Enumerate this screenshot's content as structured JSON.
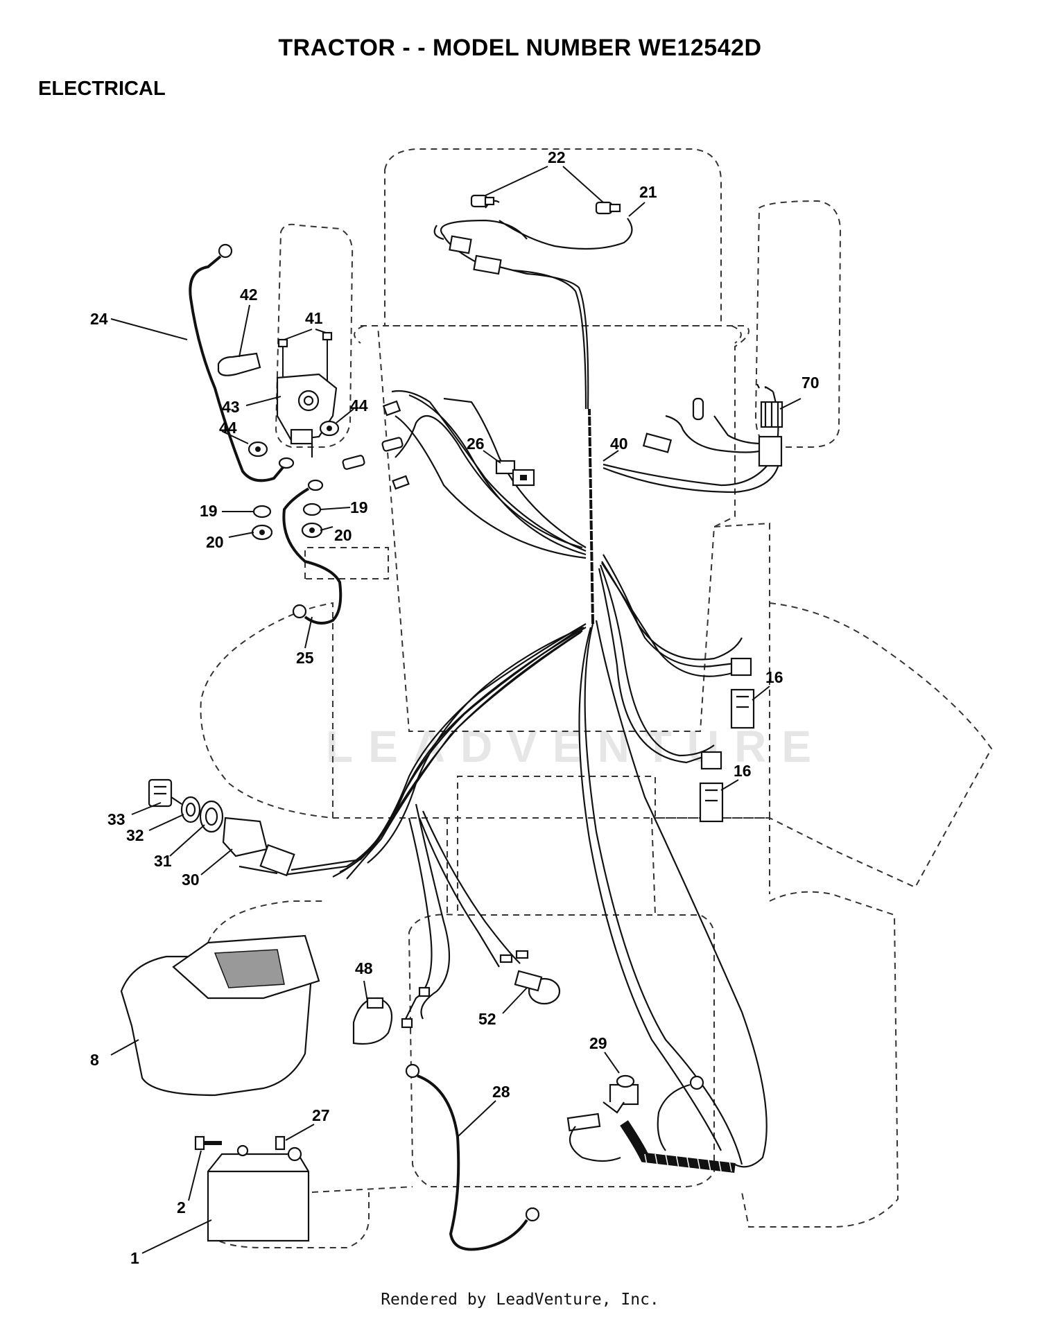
{
  "title": "TRACTOR - - MODEL NUMBER WE12542D",
  "section": "ELECTRICAL",
  "footer": "Rendered by LeadVenture, Inc.",
  "watermark": "LEADVENTURE",
  "callouts": {
    "c1": "1",
    "c2": "2",
    "c8": "8",
    "c16a": "16",
    "c16b": "16",
    "c19a": "19",
    "c19b": "19",
    "c20a": "20",
    "c20b": "20",
    "c21": "21",
    "c22": "22",
    "c24": "24",
    "c25": "25",
    "c26": "26",
    "c27": "27",
    "c28": "28",
    "c29": "29",
    "c30": "30",
    "c31": "31",
    "c32": "32",
    "c33": "33",
    "c40": "40",
    "c41": "41",
    "c42": "42",
    "c43": "43",
    "c44a": "44",
    "c44b": "44",
    "c48": "48",
    "c52": "52",
    "c70": "70"
  }
}
